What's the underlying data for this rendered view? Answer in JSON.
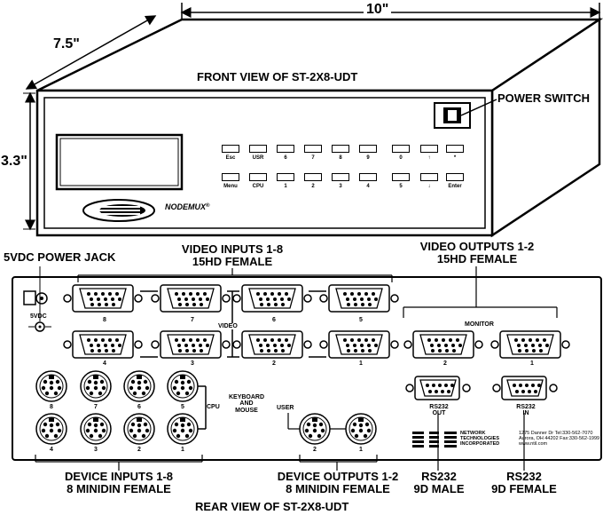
{
  "dimensions": {
    "width": "10\"",
    "depth": "7.5\"",
    "height": "3.3\""
  },
  "front": {
    "title": "FRONT VIEW OF ST-2X8-UDT",
    "power_switch": "POWER SWITCH",
    "brand": "NODEMUX",
    "brand_mark": "®",
    "keys_top": [
      "Esc",
      "USR",
      "6",
      "7",
      "8",
      "9",
      "0",
      "↑",
      "*"
    ],
    "keys_bottom": [
      "Menu",
      "CPU",
      "1",
      "2",
      "3",
      "4",
      "5",
      "↓",
      "Enter"
    ]
  },
  "rear": {
    "title": "REAR VIEW OF ST-2X8-UDT",
    "power_jack": "5VDC POWER JACK",
    "power_label": "5VDC",
    "video_inputs": {
      "line1": "VIDEO INPUTS 1-8",
      "line2": "15HD FEMALE"
    },
    "video_outputs": {
      "line1": "VIDEO OUTPUTS 1-2",
      "line2": "15HD FEMALE"
    },
    "video_label": "VIDEO",
    "monitor_label": "MONITOR",
    "video_top_ports": [
      "8",
      "7",
      "6",
      "5"
    ],
    "video_bottom_ports": [
      "4",
      "3",
      "2",
      "1"
    ],
    "monitor_ports": [
      "2",
      "1"
    ],
    "rs232_out": {
      "line1": "RS232",
      "line2": "OUT"
    },
    "rs232_in": {
      "line1": "RS232",
      "line2": "IN"
    },
    "keyboard_mouse": {
      "line1": "KEYBOARD",
      "line2": "AND",
      "line3": "MOUSE"
    },
    "cpu_label": "CPU",
    "user_label": "USER",
    "minidin_top": [
      "8",
      "7",
      "6",
      "5"
    ],
    "minidin_bottom": [
      "4",
      "3",
      "2",
      "1"
    ],
    "user_ports": [
      "2",
      "1"
    ],
    "device_inputs": {
      "line1": "DEVICE INPUTS 1-8",
      "line2": "8 MINIDIN FEMALE"
    },
    "device_outputs": {
      "line1": "DEVICE OUTPUTS 1-2",
      "line2": "8 MINIDIN FEMALE"
    },
    "rs232_male": {
      "line1": "RS232",
      "line2": "9D MALE"
    },
    "rs232_female": {
      "line1": "RS232",
      "line2": "9D FEMALE"
    },
    "company": {
      "line1": "NETWORK",
      "line2": "TECHNOLOGIES",
      "line3": "INCORPORATED"
    },
    "address": {
      "line1": "1275 Danner Dr   Tel:330-562-7070",
      "line2": "Aurora, OH 44202  Fax:330-562-1999",
      "line3": "www.ntil.com"
    }
  }
}
